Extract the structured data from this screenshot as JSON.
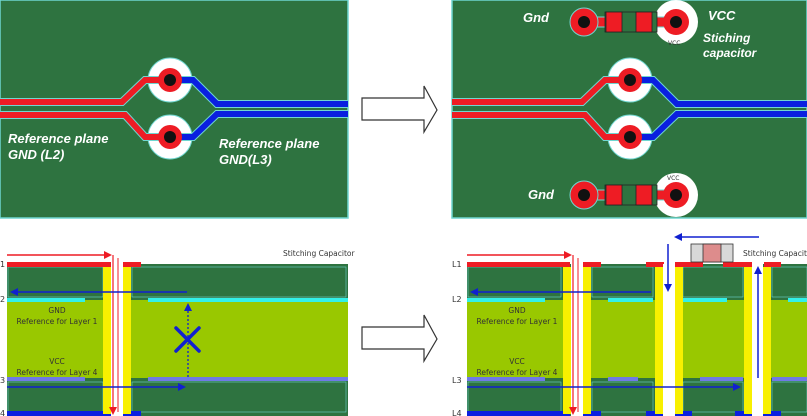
{
  "colors": {
    "pcb_green": "#2e7340",
    "pcb_outline": "#6fd6d0",
    "trace_red": "#ee1c24",
    "trace_blue": "#0a1fe0",
    "prepreg": "#99c800",
    "gnd_plane": "#33f0e8",
    "vcc_plane": "#6f7ae6",
    "via_barrel": "#f8f000",
    "arrow_red": "#ee1c24",
    "arrow_blue": "#1020d0"
  },
  "top_left": {
    "label_l2_line1": "Reference plane",
    "label_l2_line2": "GND (L2)",
    "label_l3_line1": "Reference plane",
    "label_l3_line2": "GND(L3)"
  },
  "top_right": {
    "gnd_top": "Gnd",
    "gnd_bottom": "Gnd",
    "vcc_label": "VCC",
    "stitching_line1": "Stiching",
    "stitching_line2": "capacitor",
    "vcc_small_top": "VCC",
    "vcc_small_bottom": "VCC"
  },
  "bottom_left": {
    "title": "Stitching Capacitor",
    "layers": [
      "1",
      "2",
      "3",
      "4"
    ],
    "gnd_line1": "GND",
    "gnd_line2": "Reference for Layer 1",
    "vcc_line1": "VCC",
    "vcc_line2": "Reference for Layer 4",
    "blocked_marker": "X"
  },
  "bottom_right": {
    "title": "Stitching Capacit",
    "layers": [
      "L1",
      "L2",
      "L3",
      "L4"
    ],
    "gnd_line1": "GND",
    "gnd_line2": "Reference for Layer 1",
    "vcc_line1": "VCC",
    "vcc_line2": "Reference for Layer 4"
  },
  "transition_arrows": [
    "right-arrow-top",
    "right-arrow-bottom"
  ]
}
